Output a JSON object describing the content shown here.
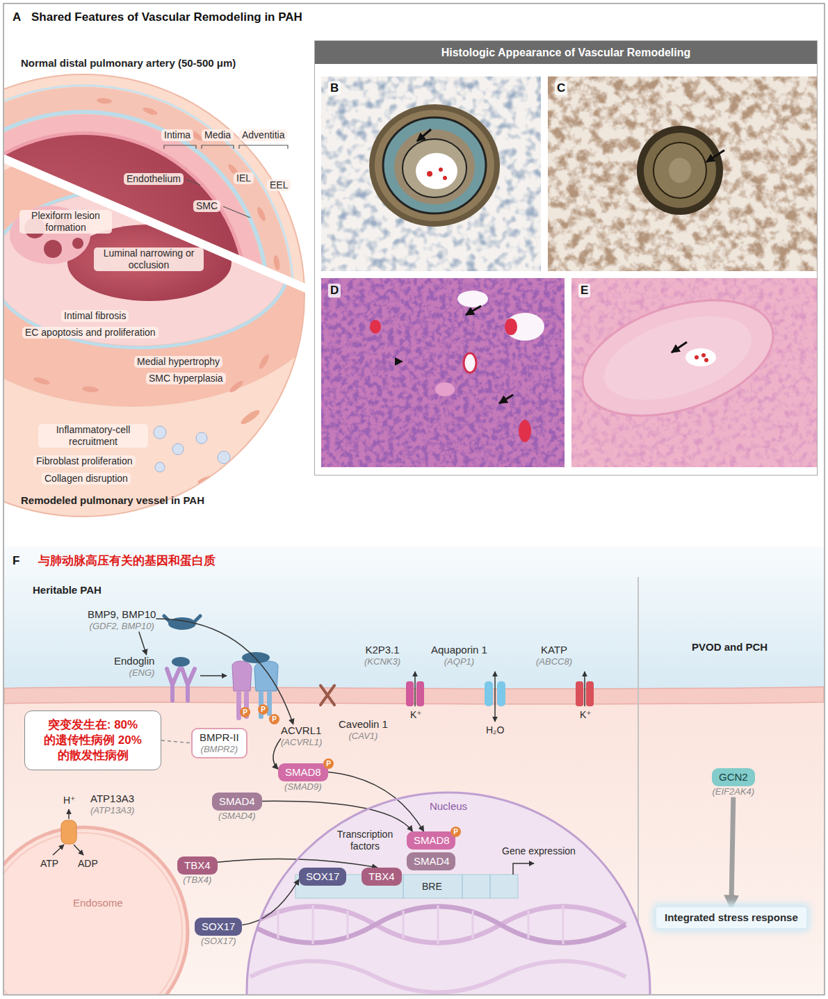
{
  "diagram": {
    "title": "Shared Features of Vascular Remodeling in PAH",
    "nodes": [
      {
        "text": [
          "Histologic Appearance of Vascular Remodeling"
        ]
      },
      {
        "text": [
          "BMP9, BMP10",
          "(GDF2, BMP10)"
        ]
      },
      {
        "text": [
          "Endoglin",
          "(ENG)"
        ]
      },
      {
        "text": [
          "K2P3.1",
          "(KCNK3)"
        ]
      },
      {
        "text": [
          "Aquaporin 1",
          "(AQP1)"
        ]
      },
      {
        "text": [
          "KATP",
          "(ABCC8)"
        ]
      },
      {
        "text": [
          "突变发生在: 80%的遗传性病例 20%的散发性病例"
        ]
      },
      {
        "text": [
          "BMPR-II",
          "(BMPR2)"
        ]
      },
      {
        "text": [
          "ACVRL1",
          "(ACVRL1)"
        ]
      },
      {
        "text": [
          "Caveolin 1",
          "(CAV1)"
        ]
      },
      {
        "text": [
          "SMAD8",
          "(SMAD9)"
        ]
      },
      {
        "text": [
          "ATP13A3",
          "(ATP13A3)"
        ]
      },
      {
        "text": [
          "SMAD4",
          "(SMAD4)"
        ]
      },
      {
        "text": [
          "Nucleus"
        ]
      },
      {
        "text": [
          "SMAD8"
        ],
        "in": 13
      },
      {
        "text": [
          "SMAD4"
        ],
        "in": 13
      },
      {
        "text": [
          "TBX4",
          "(TBX4)"
        ]
      },
      {
        "text": [
          "SOX17"
        ],
        "in": 13
      },
      {
        "text": [
          "TBX4"
        ],
        "in": 13
      },
      {
        "text": [
          "SOX17",
          "(SOX17)"
        ]
      },
      {
        "text": [
          "GCN2",
          "(EIF2AK4)"
        ]
      },
      {
        "text": [
          "Integrated stress response"
        ]
      }
    ],
    "edges": [
      {
        "from": 1,
        "to": 2,
        "arrow": "to"
      },
      {
        "from": 1,
        "to": 8,
        "arrow": "to"
      },
      {
        "from": 6,
        "to": 7,
        "arrow": "none"
      },
      {
        "from": 8,
        "to": 10,
        "arrow": "to"
      },
      {
        "from": 10,
        "to": 14,
        "arrow": "to"
      },
      {
        "from": 12,
        "to": 14,
        "arrow": "to"
      },
      {
        "from": 16,
        "to": 18,
        "arrow": "to"
      },
      {
        "from": 19,
        "to": 17,
        "arrow": "to"
      },
      {
        "from": 20,
        "to": 21,
        "arrow": "to"
      }
    ],
    "labels": [
      "A",
      "Normal distal pulmonary artery (50-500 μm)",
      "Intima",
      "Media",
      "Adventitia",
      "Endothelium",
      "IEL",
      "EEL",
      "SMC",
      "Plexiform lesion formation",
      "Luminal narrowing or occlusion",
      "Intimal fibrosis",
      "EC apoptosis and proliferation",
      "Medial hypertrophy",
      "SMC hyperplasia",
      "Inflammatory-cell recruitment",
      "Fibroblast proliferation",
      "Collagen disruption",
      "Remodeled pulmonary vessel in PAH",
      "B",
      "C",
      "D",
      "E",
      "F",
      "与肺动脉高压有关的基因和蛋白质",
      "Heritable PAH",
      "PVOD and PCH",
      "P",
      "P",
      "P",
      "K⁺",
      "H₂O",
      "K⁺",
      "P",
      "H⁺",
      "ATP",
      "ADP",
      "Endosome",
      "Transcription factors",
      "P",
      "BRE",
      "Gene expression"
    ]
  }
}
